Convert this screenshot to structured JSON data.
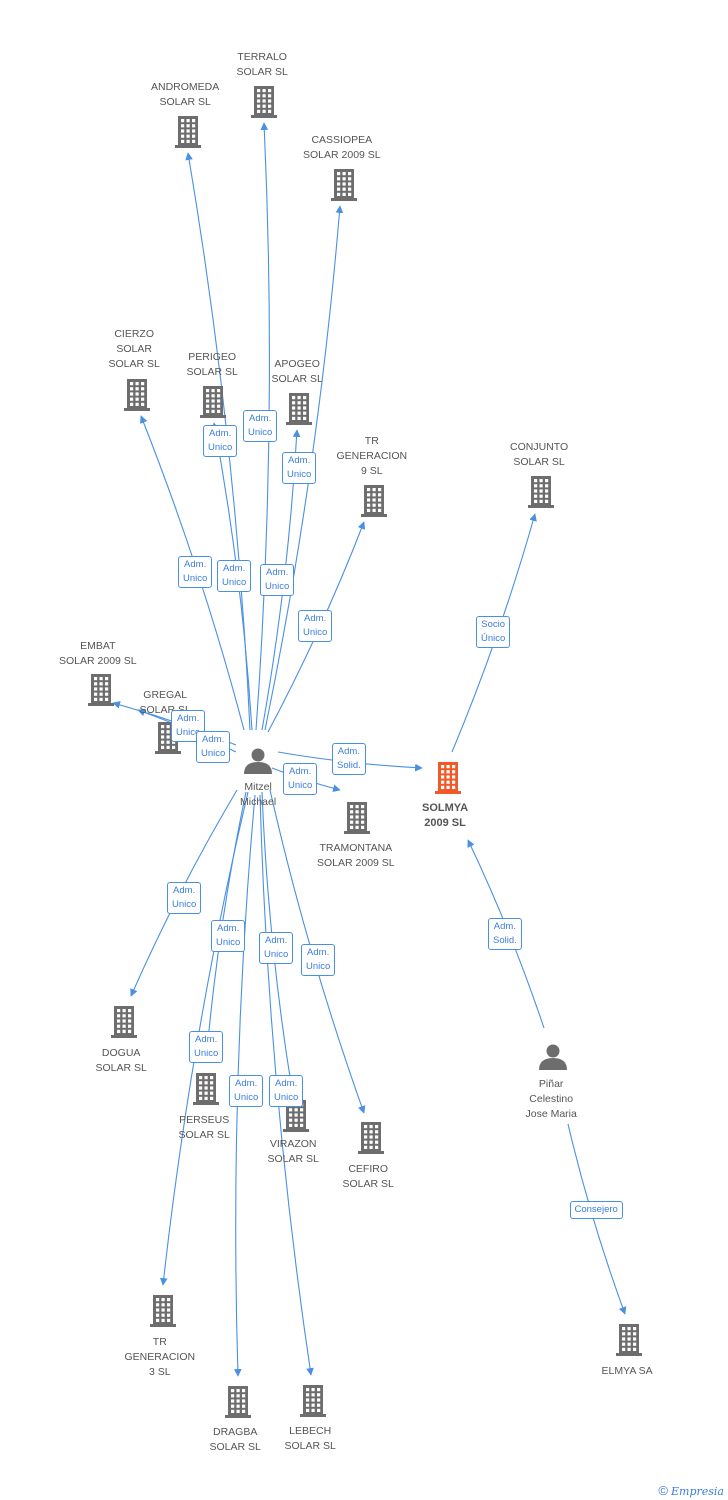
{
  "nodes": [
    {
      "id": "mitzel",
      "kind": "person",
      "label": [
        "Mitzel",
        "Michael"
      ]
    },
    {
      "id": "pinar",
      "kind": "person",
      "label": [
        "Piñar",
        "Celestino",
        "Jose Maria"
      ]
    },
    {
      "id": "solmya",
      "kind": "company-main",
      "label": [
        "SOLMYA",
        "2009 SL"
      ]
    },
    {
      "id": "terralo",
      "kind": "company",
      "label": [
        "TERRALO",
        "SOLAR SL"
      ]
    },
    {
      "id": "andromeda",
      "kind": "company",
      "label": [
        "ANDROMEDA",
        "SOLAR SL"
      ]
    },
    {
      "id": "cassiopea",
      "kind": "company",
      "label": [
        "CASSIOPEA",
        "SOLAR 2009 SL"
      ]
    },
    {
      "id": "cierzo",
      "kind": "company",
      "label": [
        "CIERZO",
        "SOLAR",
        "SOLAR SL"
      ]
    },
    {
      "id": "perigeo",
      "kind": "company",
      "label": [
        "PERIGEO",
        "SOLAR SL"
      ]
    },
    {
      "id": "apogeo",
      "kind": "company",
      "label": [
        "APOGEO",
        "SOLAR SL"
      ]
    },
    {
      "id": "trgen9",
      "kind": "company",
      "label": [
        "TR",
        "GENERACION",
        "9 SL"
      ]
    },
    {
      "id": "conjunto",
      "kind": "company",
      "label": [
        "CONJUNTO",
        "SOLAR SL"
      ]
    },
    {
      "id": "embat",
      "kind": "company",
      "label": [
        "EMBAT",
        "SOLAR 2009 SL"
      ]
    },
    {
      "id": "gregal",
      "kind": "company",
      "label": [
        "GREGAL",
        "SOLAR SL"
      ]
    },
    {
      "id": "tramontana",
      "kind": "company",
      "label": [
        "TRAMONTANA",
        "SOLAR 2009 SL"
      ]
    },
    {
      "id": "dogua",
      "kind": "company",
      "label": [
        "DOGUA",
        "SOLAR SL"
      ]
    },
    {
      "id": "perseus",
      "kind": "company",
      "label": [
        "PERSEUS",
        "SOLAR SL"
      ]
    },
    {
      "id": "virazon",
      "kind": "company",
      "label": [
        "VIRAZON",
        "SOLAR SL"
      ]
    },
    {
      "id": "cefiro",
      "kind": "company",
      "label": [
        "CEFIRO",
        "SOLAR SL"
      ]
    },
    {
      "id": "trgen3",
      "kind": "company",
      "label": [
        "TR",
        "GENERACION",
        "3 SL"
      ]
    },
    {
      "id": "dragba",
      "kind": "company",
      "label": [
        "DRAGBA",
        "SOLAR SL"
      ]
    },
    {
      "id": "lebech",
      "kind": "company",
      "label": [
        "LEBECH",
        "SOLAR SL"
      ]
    },
    {
      "id": "elmya",
      "kind": "company",
      "label": [
        "ELMYA SA"
      ]
    }
  ],
  "edges": [
    {
      "from": "mitzel",
      "to": "andromeda",
      "label": "Adm.\nUnico"
    },
    {
      "from": "mitzel",
      "to": "terralo",
      "label": "Adm.\nUnico"
    },
    {
      "from": "mitzel",
      "to": "cassiopea",
      "label": "Adm.\nUnico"
    },
    {
      "from": "mitzel",
      "to": "cierzo",
      "label": "Adm.\nUnico"
    },
    {
      "from": "mitzel",
      "to": "perigeo",
      "label": "Adm.\nUnico"
    },
    {
      "from": "mitzel",
      "to": "apogeo",
      "label": "Adm.\nUnico"
    },
    {
      "from": "mitzel",
      "to": "trgen9",
      "label": "Adm.\nUnico"
    },
    {
      "from": "mitzel",
      "to": "embat",
      "label": "Adm.\nUnico"
    },
    {
      "from": "mitzel",
      "to": "gregal",
      "label": "Adm.\nUnico"
    },
    {
      "from": "mitzel",
      "to": "solmya",
      "label": "Adm.\nSolid."
    },
    {
      "from": "mitzel",
      "to": "tramontana",
      "label": "Adm.\nUnico"
    },
    {
      "from": "mitzel",
      "to": "dogua",
      "label": "Adm.\nUnico"
    },
    {
      "from": "mitzel",
      "to": "perseus",
      "label": "Adm.\nUnico"
    },
    {
      "from": "mitzel",
      "to": "virazon",
      "label": "Adm.\nUnico"
    },
    {
      "from": "mitzel",
      "to": "cefiro",
      "label": "Adm.\nUnico"
    },
    {
      "from": "mitzel",
      "to": "trgen3",
      "label": "Adm.\nUnico"
    },
    {
      "from": "mitzel",
      "to": "dragba",
      "label": "Adm.\nUnico"
    },
    {
      "from": "mitzel",
      "to": "lebech",
      "label": "Adm.\nUnico"
    },
    {
      "from": "solmya",
      "to": "conjunto",
      "label": "Socio\nÚnico"
    },
    {
      "from": "pinar",
      "to": "solmya",
      "label": "Adm.\nSolid."
    },
    {
      "from": "pinar",
      "to": "elmya",
      "label": "Consejero"
    }
  ],
  "colors": {
    "edge": "#4a90e2",
    "company": "#6d6d6d",
    "main": "#f05a28",
    "person": "#6d6d6d"
  },
  "footer": {
    "symbol": "©",
    "brand": "Empresia"
  }
}
